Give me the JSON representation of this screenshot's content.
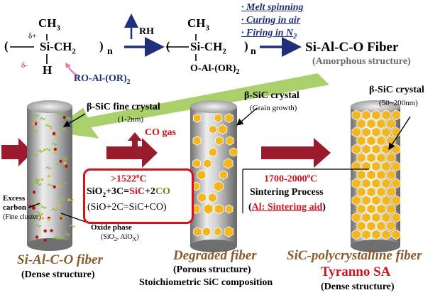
{
  "chem": {
    "ch3_left": "CH",
    "ch3_left_sub": "3",
    "delta_plus": "δ+",
    "delta_minus": "δ-",
    "si_chain_left": "Si-CH",
    "chain_sub": "2",
    "n": "n",
    "h": "H",
    "ro_group": "RO-Al-(OR)",
    "ro_sub": "2",
    "rh": "RH",
    "ch3_right": "CH",
    "ch3_right_sub": "3",
    "si_chain_right": "Si-CH",
    "o_group": "O-Al-(OR)",
    "o_sub": "2",
    "paren_open": "(",
    "paren_close": ")"
  },
  "process": {
    "steps": [
      "· Melt spinning",
      "· Curing in air",
      "· Firing in N"
    ],
    "n2_sub": "2"
  },
  "product": {
    "name": "Si-Al-C-O Fiber",
    "structure": "(Amorphous structure)"
  },
  "fiber1": {
    "crystal_label": "β-SiC fine crystal",
    "crystal_size": "(1-2nm)",
    "excess": "Excess",
    "carbon": "carbon",
    "fine_cluster": "(Fine cluster)",
    "oxide": "Oxide phase",
    "oxide_detail": "(SiO",
    "oxide_detail_sub1": "2",
    "oxide_detail_mid": ", AlO",
    "oxide_detail_sub2": "X",
    "oxide_detail_end": ")",
    "name": "Si-Al-C-O fiber",
    "structure": "(Dense structure)"
  },
  "co_gas": "CO gas",
  "reaction": {
    "temp": ">1522",
    "temp_sup": "o",
    "temp_unit": "C",
    "eq_a": "SiO",
    "eq_a_sub": "2",
    "eq_b": "+3C=",
    "eq_sic": "SiC",
    "eq_c": "+2",
    "eq_co": "CO",
    "eq2": "(SiO+2C=SiC+CO)"
  },
  "fiber2": {
    "crystal_label": "β-SiC crystal",
    "growth": "(Grain growth)",
    "name": "Degraded fiber",
    "structure": "(Porous structure)",
    "composition": "Stoichiometric SiC composition"
  },
  "sintering": {
    "temp": "1700-2000",
    "temp_sup": "o",
    "temp_unit": "C",
    "process": "Sintering Process",
    "aid_open": "(",
    "aid": "Al: Sintering aid",
    "aid_close": ")"
  },
  "fiber3": {
    "crystal_label": "β-SiC crystal",
    "size": "(50~200nm)",
    "name": "SiC-polycrystalline fiber",
    "brand": "Tyranno SA",
    "structure": "(Dense structure)"
  },
  "colors": {
    "dark_red_arrow": "#9a1b2c",
    "navy_arrow": "#1f2f7a",
    "green_arrow": "#a9d06a",
    "hex_fill": "#f2b71f",
    "cylinder_gray": "#9a9a9a",
    "accent_red": "#d2121c"
  }
}
